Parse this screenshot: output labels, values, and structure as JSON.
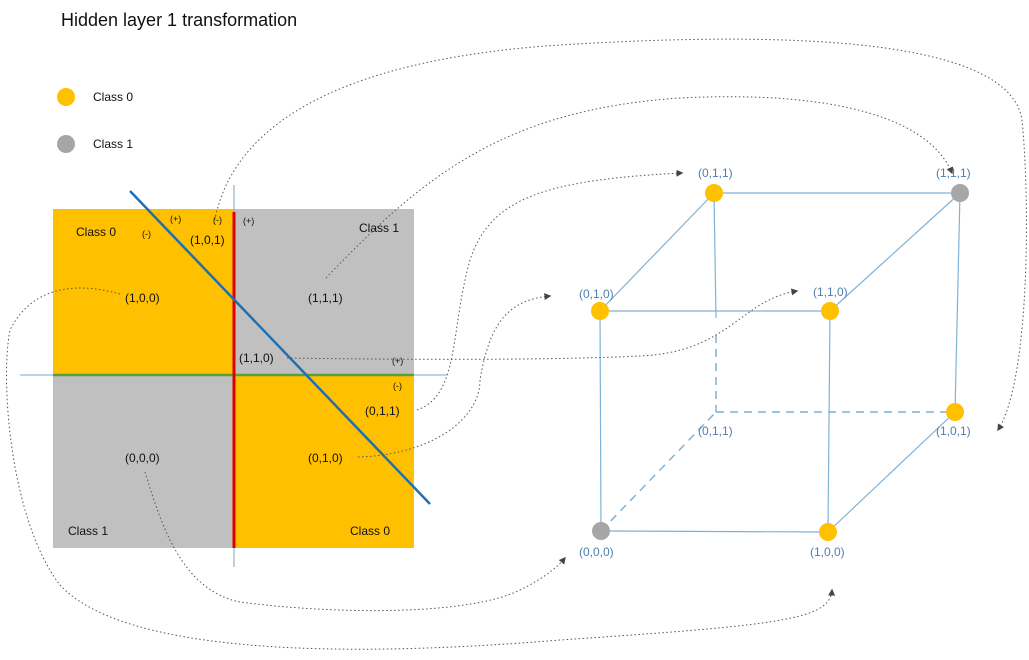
{
  "title": "Hidden layer 1 transformation",
  "colors": {
    "class0": "#FFC000",
    "class1": "#C0C0C0",
    "axis": "#7ea6c9",
    "red_line": "#E00000",
    "blue_line": "#1F6FB2",
    "green_line": "#5C9E3C",
    "cube_edge": "#7fb2d6",
    "cube_label": "#4f7fb0",
    "dotted": "#555555"
  },
  "legend": [
    {
      "label": "Class 0",
      "color": "#FFC000"
    },
    {
      "label": "Class 1",
      "color": "#A6A6A6"
    }
  ],
  "regions": {
    "top_left": "Class 0",
    "top_right": "Class 1",
    "bottom_left": "Class 1",
    "bottom_right": "Class 0"
  },
  "region_codes": {
    "r100": "(1,0,0)",
    "r101": "(1,0,1)",
    "r111": "(1,1,1)",
    "r110": "(1,1,0)",
    "r011": "(0,1,1)",
    "r010": "(0,1,0)",
    "r000": "(0,0,0)"
  },
  "signs": {
    "blue_plus": "(+)",
    "blue_minus": "(-)",
    "red_minus": "(-)",
    "red_plus": "(+)",
    "green_plus": "(+)",
    "green_minus": "(-)"
  },
  "cube_vertices": [
    {
      "code": "(0,1,1)",
      "class": 0,
      "visible": true,
      "key": "back-top-left"
    },
    {
      "code": "(1,1,1)",
      "class": 1,
      "visible": true,
      "key": "back-top-right"
    },
    {
      "code": "(0,1,0)",
      "class": 0,
      "visible": true,
      "key": "front-top-left"
    },
    {
      "code": "(1,1,0)",
      "class": 0,
      "visible": true,
      "key": "front-top-right"
    },
    {
      "code": "(0,1,1)",
      "class": null,
      "visible": false,
      "key": "back-bottom-left"
    },
    {
      "code": "(1,0,1)",
      "class": 0,
      "visible": true,
      "key": "back-bottom-right"
    },
    {
      "code": "(0,0,0)",
      "class": 1,
      "visible": true,
      "key": "front-bottom-left"
    },
    {
      "code": "(1,0,0)",
      "class": 0,
      "visible": true,
      "key": "front-bottom-right"
    }
  ]
}
